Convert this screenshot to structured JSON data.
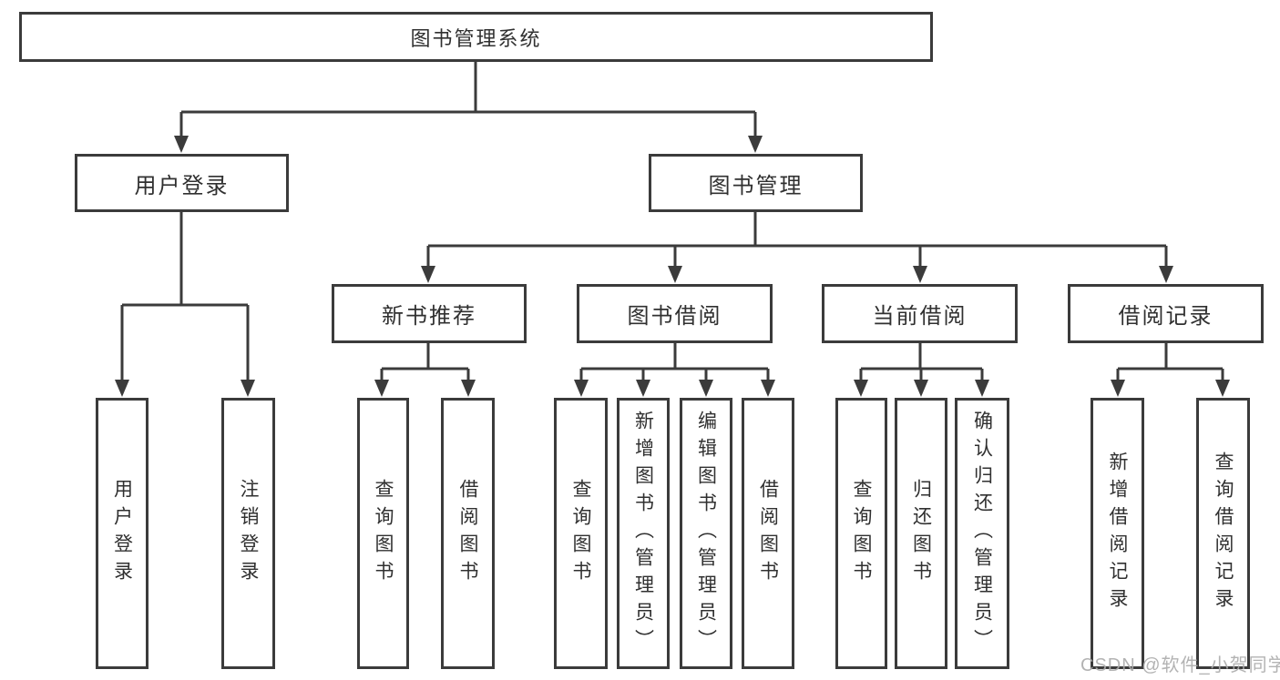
{
  "diagram_type": "hierarchy-tree",
  "colors": {
    "line": "#3b3b3b",
    "box_border": "#3b3b3b",
    "text": "#303030",
    "background": "#ffffff",
    "watermark_text_color": "#ababab"
  },
  "tree": {
    "root": {
      "label": "图书管理系统",
      "children": [
        {
          "label": "用户登录",
          "children": [
            {
              "label": "用户登录"
            },
            {
              "label": "注销登录"
            }
          ]
        },
        {
          "label": "图书管理",
          "children": [
            {
              "label": "新书推荐",
              "children": [
                {
                  "label": "查询图书"
                },
                {
                  "label": "借阅图书"
                }
              ]
            },
            {
              "label": "图书借阅",
              "children": [
                {
                  "label": "查询图书"
                },
                {
                  "label": "新增图书（管理员）"
                },
                {
                  "label": "编辑图书（管理员）"
                },
                {
                  "label": "借阅图书"
                }
              ]
            },
            {
              "label": "当前借阅",
              "children": [
                {
                  "label": "查询图书"
                },
                {
                  "label": "归还图书"
                },
                {
                  "label": "确认归还（管理员）"
                }
              ]
            },
            {
              "label": "借阅记录",
              "children": [
                {
                  "label": "新增借阅记录"
                },
                {
                  "label": "查询借阅记录"
                }
              ]
            }
          ]
        }
      ]
    }
  },
  "watermark": {
    "text": "CSDN @软件_小贺同学"
  }
}
